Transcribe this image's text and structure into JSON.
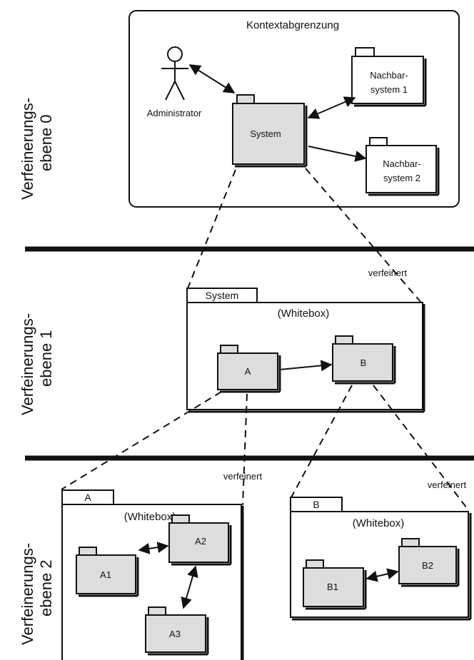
{
  "levels": {
    "level0": {
      "line1": "Verfeinerungs-",
      "line2": "ebene 0"
    },
    "level1": {
      "line1": "Verfeinerungs-",
      "line2": "ebene 1"
    },
    "level2": {
      "line1": "Verfeinerungs-",
      "line2": "ebene 2"
    }
  },
  "context": {
    "title": "Kontextabgrenzung",
    "actor": "Administrator",
    "system": "System",
    "neighbor1": {
      "line1": "Nachbar-",
      "line2": "system 1"
    },
    "neighbor2": {
      "line1": "Nachbar-",
      "line2": "system 2"
    }
  },
  "level1_box": {
    "tab": "System",
    "title": "(Whitebox)",
    "pkg_a": "A",
    "pkg_b": "B",
    "refined_label": "verfeinert"
  },
  "level2_a": {
    "tab": "A",
    "title": "(Whitebox)",
    "a1": "A1",
    "a2": "A2",
    "a3": "A3",
    "refined_label": "verfeinert"
  },
  "level2_b": {
    "tab": "B",
    "title": "(Whitebox)",
    "b1": "B1",
    "b2": "B2",
    "refined_label": "verfeinert"
  }
}
